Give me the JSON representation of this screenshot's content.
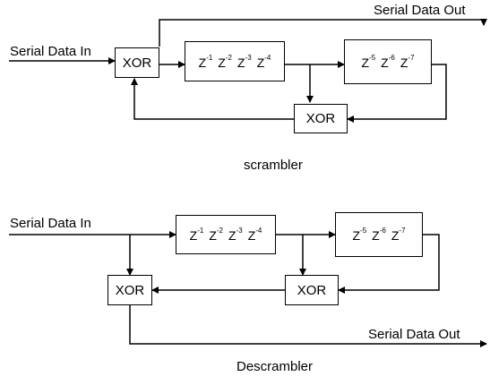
{
  "scrambler": {
    "input_label": "Serial Data In",
    "output_label": "Serial Data Out",
    "xor_in_label": "XOR",
    "xor_fb_label": "XOR",
    "reg1_taps": [
      {
        "base": "Z",
        "exp": "-1"
      },
      {
        "base": "Z",
        "exp": "-2"
      },
      {
        "base": "Z",
        "exp": "-3"
      },
      {
        "base": "Z",
        "exp": "-4"
      }
    ],
    "reg2_taps": [
      {
        "base": "Z",
        "exp": "-5"
      },
      {
        "base": "Z",
        "exp": "-6"
      },
      {
        "base": "Z",
        "exp": "-7"
      }
    ],
    "caption": "scrambler"
  },
  "descrambler": {
    "input_label": "Serial Data In",
    "output_label": "Serial Data Out",
    "xor_out_label": "XOR",
    "xor_fb_label": "XOR",
    "reg1_taps": [
      {
        "base": "Z",
        "exp": "-1"
      },
      {
        "base": "Z",
        "exp": "-2"
      },
      {
        "base": "Z",
        "exp": "-3"
      },
      {
        "base": "Z",
        "exp": "-4"
      }
    ],
    "reg2_taps": [
      {
        "base": "Z",
        "exp": "-5"
      },
      {
        "base": "Z",
        "exp": "-6"
      },
      {
        "base": "Z",
        "exp": "-7"
      }
    ],
    "caption": "Descrambler"
  }
}
